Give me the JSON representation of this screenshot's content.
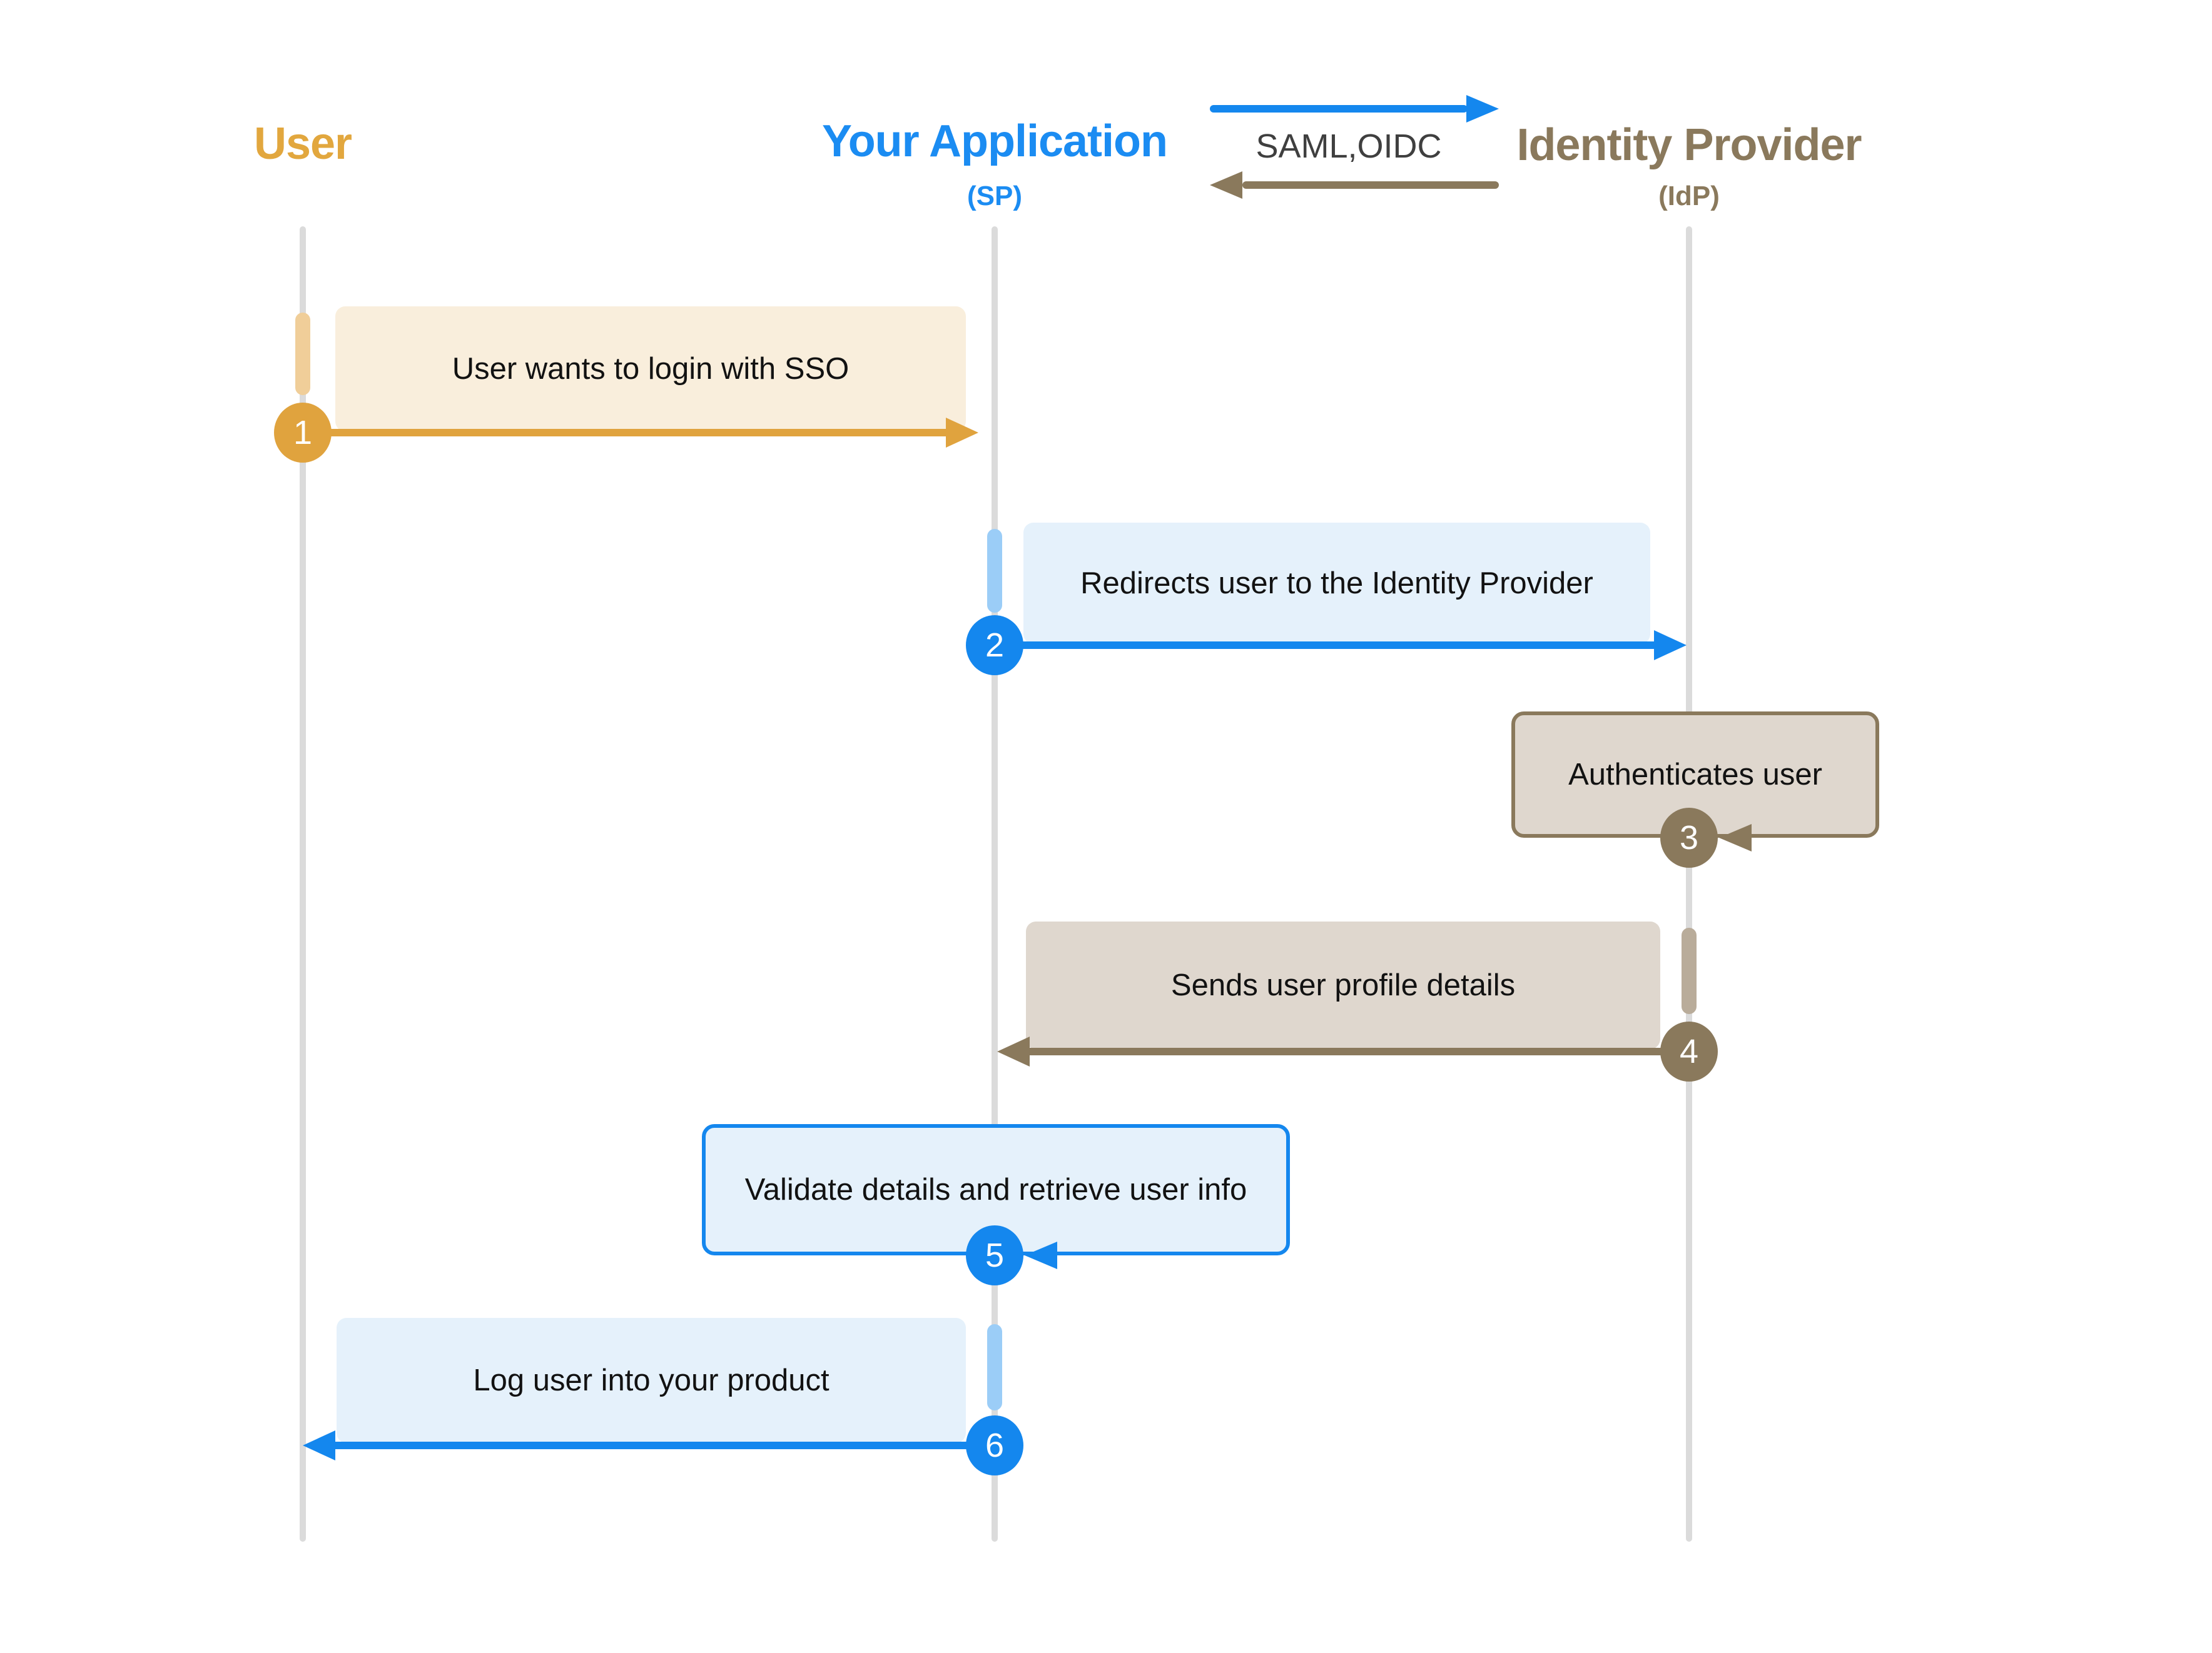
{
  "diagram": {
    "type": "sequence-diagram",
    "topic": "SSO login flow",
    "actors": [
      {
        "name": "User",
        "subtitle": "",
        "color": "#E2A73E"
      },
      {
        "name": "Your Application",
        "subtitle": "(SP)",
        "color": "#1B8CF2"
      },
      {
        "name": "Identity Provider",
        "subtitle": "(IdP)",
        "color": "#8A795C"
      }
    ],
    "legend": {
      "label": "SAML,OIDC",
      "top_arrow": {
        "direction": "right",
        "color": "#1487EE"
      },
      "bottom_arrow": {
        "direction": "left",
        "color": "#8A795C"
      }
    },
    "steps": [
      {
        "num": "1",
        "text": "User wants to login with SSO",
        "from": "User",
        "to": "Your Application",
        "color": "#E0A33E",
        "box_color": "#F9EEDC"
      },
      {
        "num": "2",
        "text": "Redirects user to the Identity Provider",
        "from": "Your Application",
        "to": "Identity Provider",
        "color": "#1487EE",
        "box_color": "#E5F1FB"
      },
      {
        "num": "3",
        "text": "Authenticates user",
        "from": "Identity Provider",
        "to": "Identity Provider",
        "color": "#8A795C",
        "box_color": "#DFD7CE"
      },
      {
        "num": "4",
        "text": "Sends user profile details",
        "from": "Identity Provider",
        "to": "Your Application",
        "color": "#8A795C",
        "box_color": "#DFD7CE"
      },
      {
        "num": "5",
        "text": "Validate details and retrieve user info",
        "from": "Your Application",
        "to": "Your Application",
        "color": "#1487EE",
        "box_color": "#E5F1FB"
      },
      {
        "num": "6",
        "text": "Log user into your product",
        "from": "Your Application",
        "to": "User",
        "color": "#1487EE",
        "box_color": "#E5F1FB"
      }
    ],
    "colors": {
      "lifeline": "#DBDBDB",
      "gold": "#E0A33E",
      "light_gold": "#F0CE99",
      "cream_box": "#F9EEDC",
      "blue": "#1487EE",
      "light_blue": "#9BCDF7",
      "pale_blue_box": "#E5F1FB",
      "brown": "#8A795C",
      "light_brown": "#B9AC9A",
      "taupe_box": "#DFD7CE",
      "text": "#121212",
      "legend_text": "#3F3F3F"
    }
  }
}
